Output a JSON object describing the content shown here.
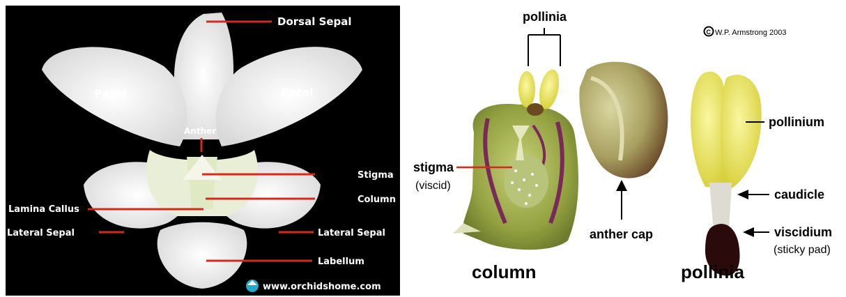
{
  "left_panel": {
    "labels": {
      "dorsal_sepal": "Dorsal Sepal",
      "petal_left": "Petal",
      "petal_right": "Petal",
      "anther": "Anther",
      "stigma": "Stigma",
      "column": "Column",
      "lamina_callus": "Lamina Callus",
      "lateral_sepal_left": "Lateral Sepal",
      "lateral_sepal_right": "Lateral Sepal",
      "labellum": "Labellum"
    },
    "watermark": "www.orchidshome.com",
    "colors": {
      "background": "#000000",
      "leader_line": "#d42a1e",
      "flower": "#f2f2f2"
    }
  },
  "right_panel": {
    "copyright": "W.P. Armstrong 2003",
    "labels": {
      "pollinia_top": "pollinia",
      "stigma": "stigma",
      "viscid": "(viscid)",
      "anther_cap": "anther cap",
      "pollinium": "pollinium",
      "caudicle": "caudicle",
      "viscidium": "viscidium",
      "sticky_pad": "(sticky pad)"
    },
    "captions": {
      "column": "column",
      "pollinia": "pollinia"
    },
    "colors": {
      "pollen": "#e4e060",
      "column_green": "#9aa845",
      "purple_stripe": "#7a2a58",
      "viscidium": "#2a0a0a",
      "stigma_line": "#d42a1e"
    }
  }
}
